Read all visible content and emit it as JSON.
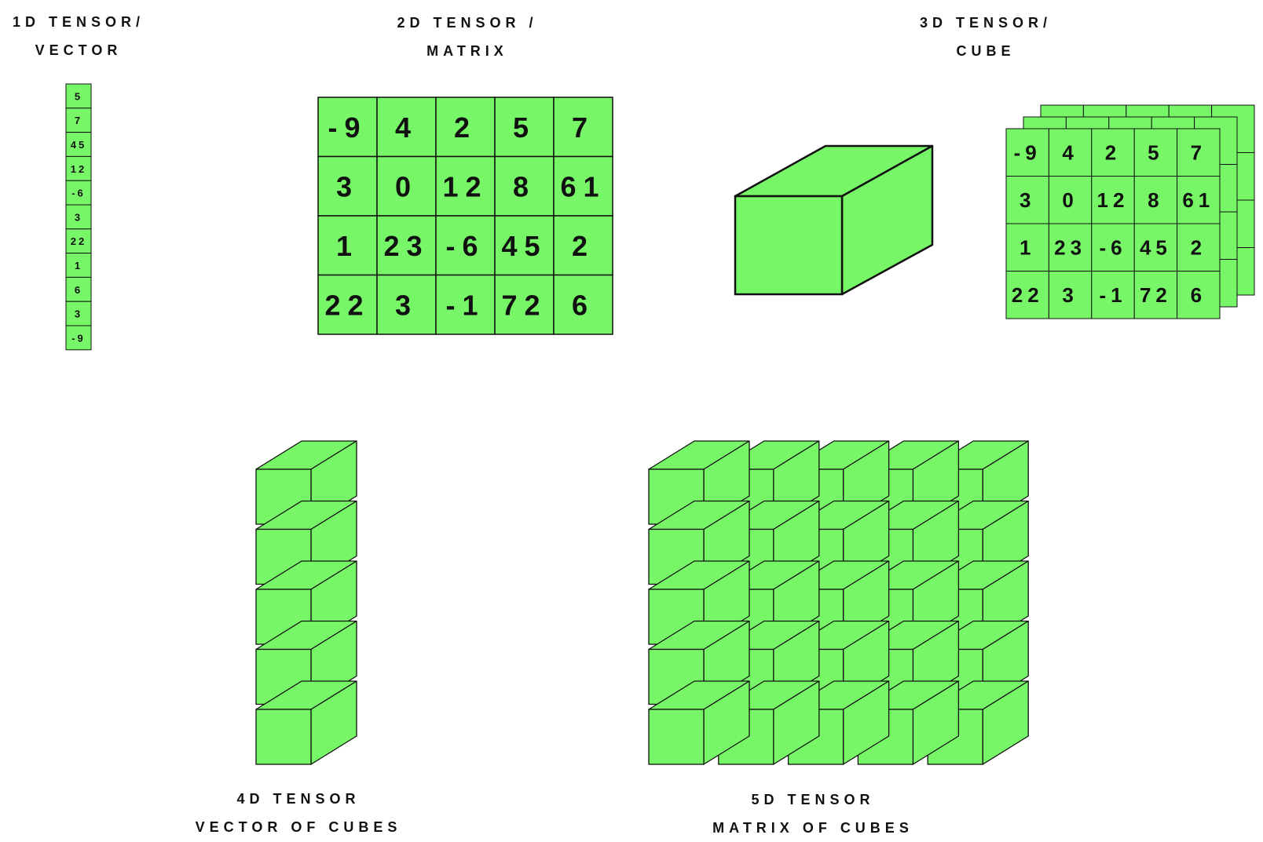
{
  "colors": {
    "fill": "#77f767",
    "stroke": "#111111",
    "background": "#ffffff"
  },
  "labels": {
    "t1": {
      "line1": "1D TENSOR/",
      "line2": "VECTOR"
    },
    "t2": {
      "line1": "2D TENSOR /",
      "line2": "MATRIX"
    },
    "t3": {
      "line1": "3D TENSOR/",
      "line2": "CUBE"
    },
    "t4": {
      "line1": "4D TENSOR",
      "line2": "VECTOR OF CUBES"
    },
    "t5": {
      "line1": "5D TENSOR",
      "line2": "MATRIX OF CUBES"
    }
  },
  "vector": [
    "5",
    "7",
    "45",
    "12",
    "-6",
    "3",
    "22",
    "1",
    "6",
    "3",
    "-9"
  ],
  "matrix": [
    [
      "-9",
      "4",
      "2",
      "5",
      "7"
    ],
    [
      "3",
      "0",
      "12",
      "8",
      "61"
    ],
    [
      "1",
      "23",
      "-6",
      "45",
      "2"
    ],
    [
      "22",
      "3",
      "-1",
      "72",
      "6"
    ]
  ],
  "cube_layers": 3,
  "vector_of_cubes": {
    "count": 5
  },
  "matrix_of_cubes": {
    "rows": 5,
    "cols": 5
  }
}
